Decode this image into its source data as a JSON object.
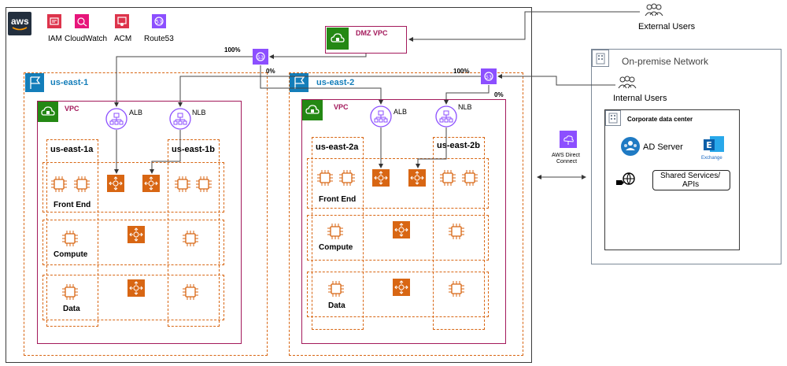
{
  "services": {
    "aws_logo": "aws",
    "iam": "IAM",
    "cloudwatch": "CloudWatch",
    "acm": "ACM",
    "route53": "Route53"
  },
  "dmz": {
    "label": "DMZ VPC"
  },
  "weights": {
    "w1": "100%",
    "w2": "0%",
    "w3": "100%",
    "w4": "0%"
  },
  "region1": {
    "label": "us-east-1",
    "vpc": "VPC",
    "alb": "ALB",
    "nlb": "NLB",
    "az_a": "us-east-1a",
    "az_b": "us-east-1b",
    "tiers": [
      "Front End",
      "Compute",
      "Data"
    ]
  },
  "region2": {
    "label": "us-east-2",
    "vpc": "VPC",
    "alb": "ALB",
    "nlb": "NLB",
    "az_a": "us-east-2a",
    "az_b": "us-east-2b",
    "tiers": [
      "Front End",
      "Compute",
      "Data"
    ]
  },
  "external_users": "External Users",
  "internal_users": "Internal Users",
  "direct_connect": [
    "AWS Direct",
    "Connect"
  ],
  "onprem": {
    "title": "On-premise Network",
    "datacenter": "Corporate data center",
    "ad_server": "AD Server",
    "exchange": "Exchange",
    "shared": [
      "Shared Services/",
      "APIs"
    ]
  },
  "colors": {
    "orange": "#d86613",
    "purple": "#8c4fff",
    "vpc_border": "#a3195b",
    "green": "#248814",
    "blue_region": "#147eba",
    "red_service": "#dd344c",
    "pink_service": "#e7157b",
    "gray_onprem": "#7d8998"
  }
}
